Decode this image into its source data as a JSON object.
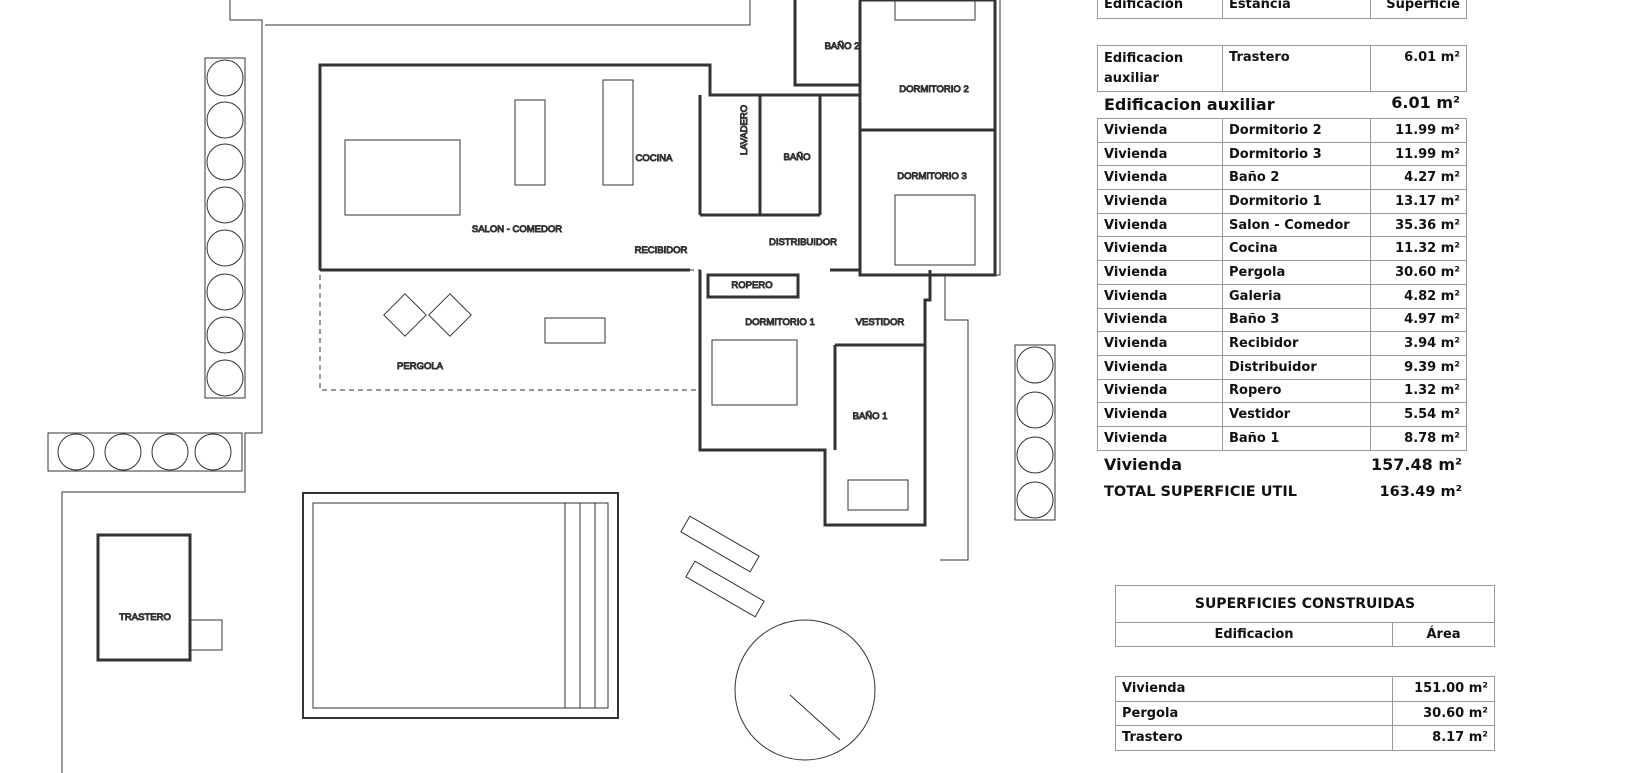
{
  "rooms": {
    "bano2": "BAÑO 2",
    "dormitorio2": "DORMITORIO 2",
    "cocina": "COCINA",
    "lavadero": "LAVADERO",
    "bano": "BAÑO",
    "dormitorio3": "DORMITORIO 3",
    "salon": "SALON - COMEDOR",
    "distribuidor": "DISTRIBUIDOR",
    "recibidor": "RECIBIDOR",
    "ropero": "ROPERO",
    "dormitorio1": "DORMITORIO 1",
    "vestidor": "VESTIDOR",
    "pergola": "PERGOLA",
    "bano1": "BAÑO 1",
    "trastero": "TRASTERO"
  },
  "util_table": {
    "headers": [
      "Edificacion",
      "Estancia",
      "Superficie"
    ],
    "aux_row": [
      "Edificacion auxiliar",
      "Trastero",
      "6.01 m²"
    ],
    "aux_total": {
      "label": "Edificacion auxiliar",
      "value": "6.01 m²"
    },
    "rows": [
      [
        "Vivienda",
        "Dormitorio 2",
        "11.99 m²"
      ],
      [
        "Vivienda",
        "Dormitorio 3",
        "11.99 m²"
      ],
      [
        "Vivienda",
        "Baño 2",
        "4.27 m²"
      ],
      [
        "Vivienda",
        "Dormitorio 1",
        "13.17 m²"
      ],
      [
        "Vivienda",
        "Salon  - Comedor",
        "35.36 m²"
      ],
      [
        "Vivienda",
        "Cocina",
        "11.32 m²"
      ],
      [
        "Vivienda",
        "Pergola",
        "30.60 m²"
      ],
      [
        "Vivienda",
        "Galeria",
        "4.82 m²"
      ],
      [
        "Vivienda",
        "Baño 3",
        "4.97 m²"
      ],
      [
        "Vivienda",
        "Recibidor",
        "3.94 m²"
      ],
      [
        "Vivienda",
        "Distribuidor",
        "9.39 m²"
      ],
      [
        "Vivienda",
        "Ropero",
        "1.32 m²"
      ],
      [
        "Vivienda",
        "Vestidor",
        "5.54 m²"
      ],
      [
        "Vivienda",
        "Baño 1",
        "8.78 m²"
      ]
    ],
    "vivienda_total": {
      "label": "Vivienda",
      "value": "157.48 m²"
    },
    "total": {
      "label": "TOTAL SUPERFICIE UTIL",
      "value": "163.49 m²"
    }
  },
  "built_table": {
    "title": "SUPERFICIES CONSTRUIDAS",
    "headers": [
      "Edificacion",
      "Área"
    ],
    "rows": [
      [
        "Vivienda",
        "151.00 m²"
      ],
      [
        "Pergola",
        "30.60 m²"
      ],
      [
        "Trastero",
        "8.17 m²"
      ]
    ]
  }
}
